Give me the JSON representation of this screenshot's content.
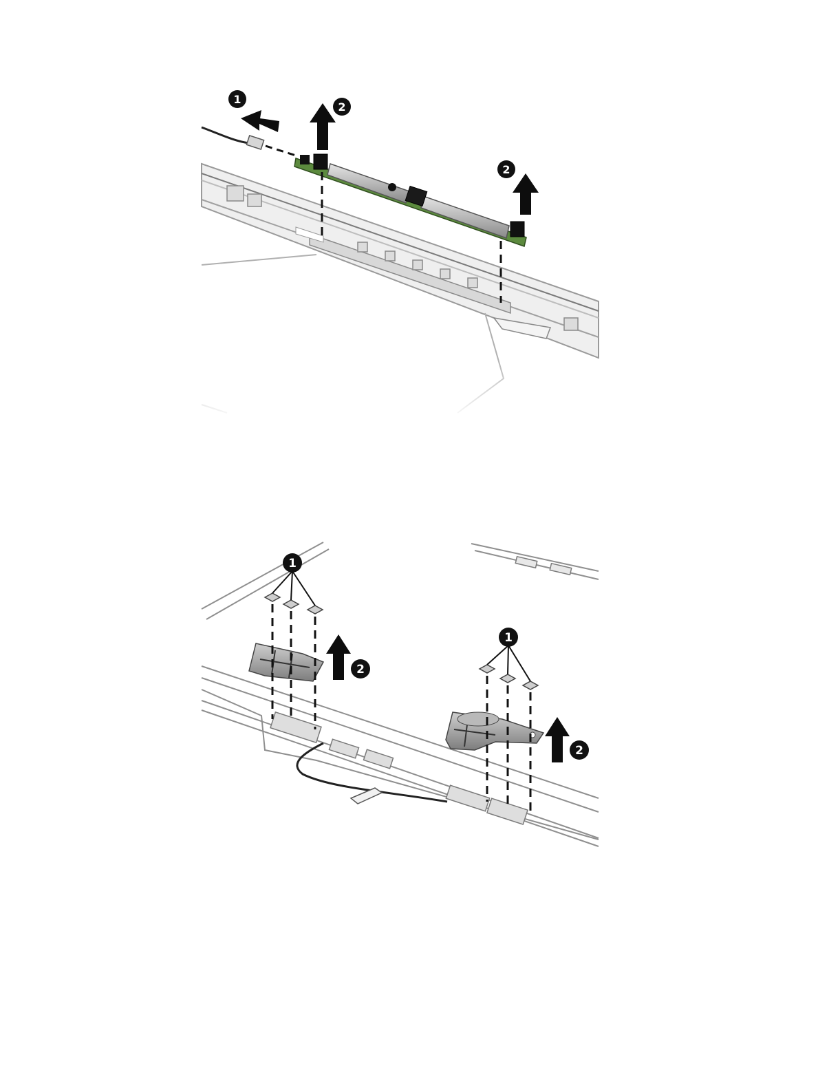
{
  "figures": [
    {
      "id": "webcam-module-removal",
      "callouts": [
        {
          "label": "1"
        },
        {
          "label": "2"
        },
        {
          "label": "2"
        }
      ]
    },
    {
      "id": "hinge-removal",
      "callouts": [
        {
          "label": "1"
        },
        {
          "label": "2"
        },
        {
          "label": "1"
        },
        {
          "label": "2"
        }
      ]
    }
  ],
  "colors": {
    "callout_fill": "#111111",
    "callout_text": "#ffffff",
    "board_green": "#5c8a3e",
    "metal_gray": "#a9a9a9",
    "bezel_line": "#8f8f8f",
    "arrow": "#0d0d0d",
    "cable": "#222222"
  }
}
